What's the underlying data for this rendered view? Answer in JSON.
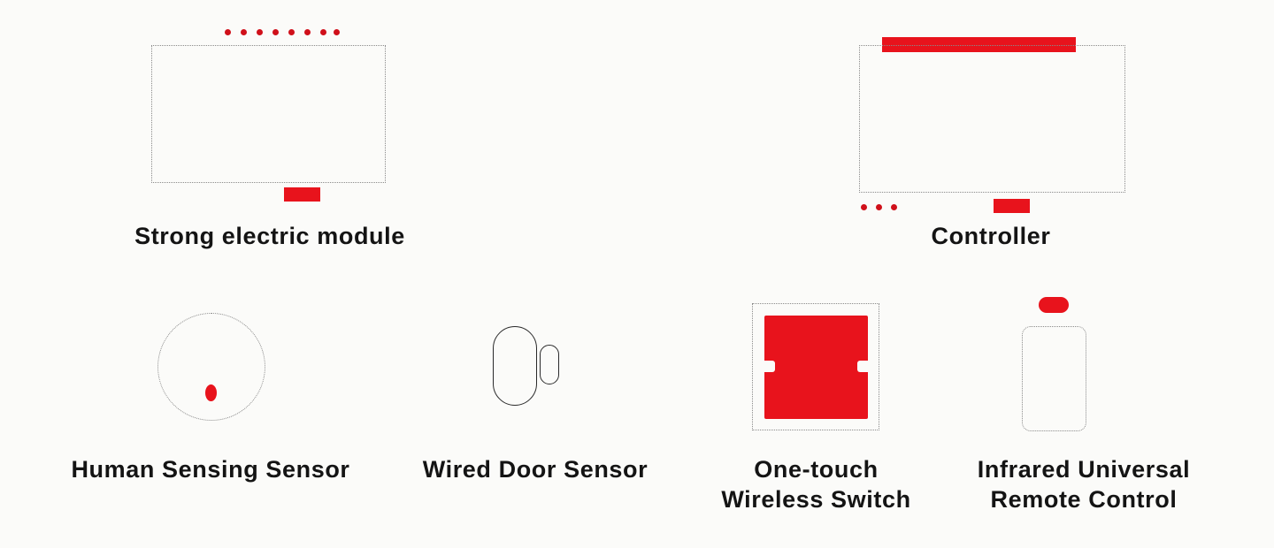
{
  "colors": {
    "accent": "#e8131c",
    "text": "#141414",
    "outline": "#8a8a8a",
    "background": "#fbfbf9"
  },
  "products": [
    {
      "id": "strong-electric-module",
      "label": "Strong electric module"
    },
    {
      "id": "controller",
      "label": "Controller"
    },
    {
      "id": "human-sensing-sensor",
      "label": "Human Sensing Sensor"
    },
    {
      "id": "wired-door-sensor",
      "label": "Wired Door Sensor"
    },
    {
      "id": "one-touch-wireless-switch",
      "label_lines": [
        "One-touch",
        "Wireless Switch"
      ]
    },
    {
      "id": "infrared-universal-remote-control",
      "label_lines": [
        "Infrared Universal",
        "Remote Control"
      ]
    }
  ]
}
